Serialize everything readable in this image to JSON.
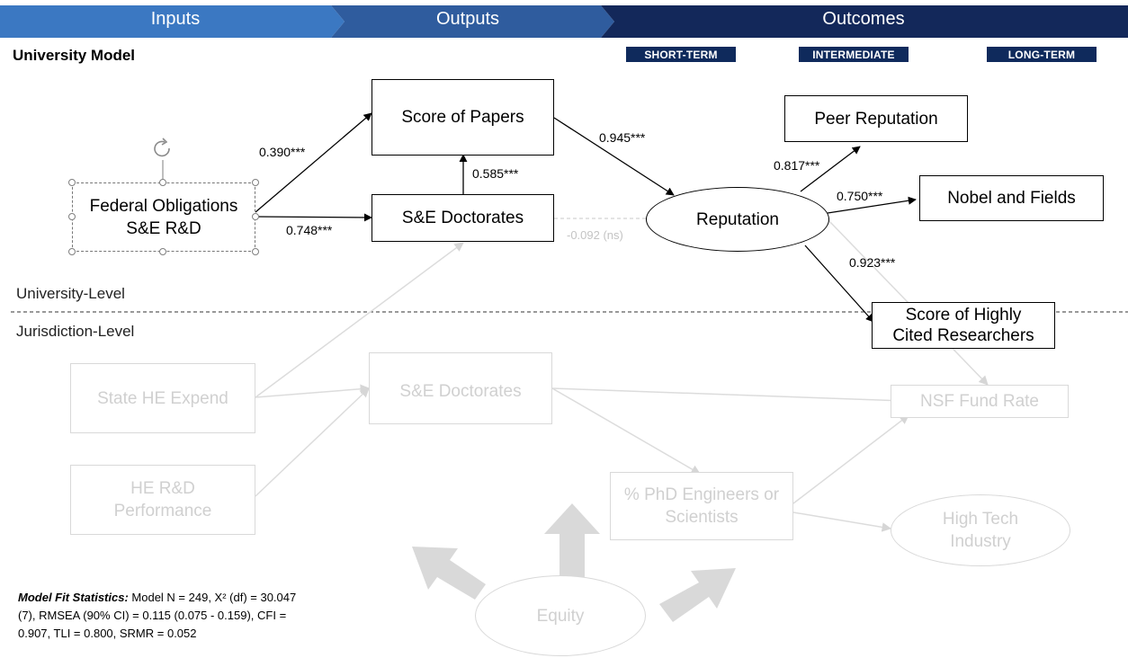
{
  "header": {
    "stages": [
      "Inputs",
      "Outputs",
      "Outcomes"
    ],
    "colors": {
      "inputs": "#3b78c2",
      "outputs": "#2f5c9e",
      "outcomes": "#13285a"
    }
  },
  "title": "University Model",
  "outcome_tags": [
    "SHORT-TERM",
    "INTERMEDIATE",
    "LONG-TERM"
  ],
  "levels": {
    "university": "University-Level",
    "jurisdiction": "Jurisdiction-Level"
  },
  "nodes": {
    "federal": "Federal Obligations\nS&E R&D",
    "papers": "Score of Papers",
    "doctorates": "S&E Doctorates",
    "reputation": "Reputation",
    "peer": "Peer Reputation",
    "nobel": "Nobel and Fields",
    "hcr": "Score of Highly\nCited Researchers",
    "state_he": "State HE Expend",
    "he_rd": "HE R&D\nPerformance",
    "j_doctorates": "S&E Doctorates",
    "nsf": "NSF Fund Rate",
    "phd": "% PhD Engineers or\nScientists",
    "high_tech": "High Tech\nIndustry",
    "equity": "Equity"
  },
  "coefficients": {
    "fed_papers": "0.390***",
    "fed_doct": "0.748***",
    "doct_papers": "0.585***",
    "papers_rep": "0.945***",
    "doct_rep": "-0.092 (ns)",
    "rep_peer": "0.817***",
    "rep_nobel": "0.750***",
    "rep_hcr": "0.923***"
  },
  "fit": {
    "label": "Model Fit Statistics:",
    "text": " Model N = 249, X² (df) = 30.047 (7), RMSEA (90% CI) =  0.115 (0.075 - 0.159), CFI = 0.907, TLI = 0.800, SRMR = 0.052"
  }
}
